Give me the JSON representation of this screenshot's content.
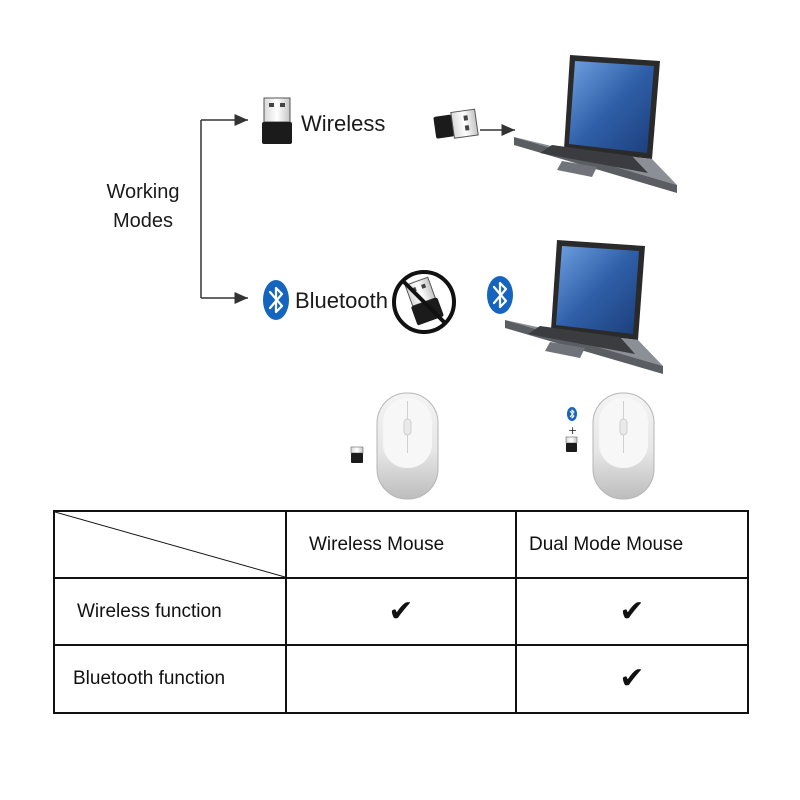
{
  "diagram": {
    "root_label_line1": "Working",
    "root_label_line2": "Modes",
    "mode_wireless": "Wireless",
    "mode_bluetooth": "Bluetooth"
  },
  "table": {
    "columns": [
      "",
      "Wireless Mouse",
      "Dual Mode Mouse"
    ],
    "rows": [
      {
        "label": "Wireless function",
        "wireless_mouse": "✔",
        "dual_mode_mouse": "✔"
      },
      {
        "label": "Bluetooth function",
        "wireless_mouse": "",
        "dual_mode_mouse": "✔"
      }
    ]
  },
  "colors": {
    "bluetooth_blue": "#1565c0",
    "mouse_silver": "#c9c9c9",
    "laptop_screen": "#3f6fb4",
    "line": "#333333"
  },
  "icons": [
    "usb-receiver-icon",
    "bluetooth-icon",
    "no-receiver-icon",
    "laptop-icon",
    "mouse-icon",
    "plus-icon"
  ]
}
